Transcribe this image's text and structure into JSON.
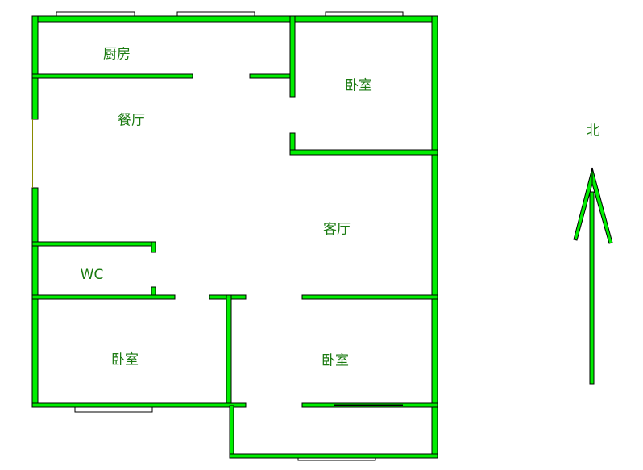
{
  "colors": {
    "wall": "#00ee00",
    "label": "#1a7a10"
  },
  "rooms": {
    "kitchen": "厨房",
    "dining": "餐厅",
    "bedroom_ne": "卧室",
    "living": "客厅",
    "wc": "WC",
    "bedroom_sw": "卧室",
    "bedroom_s": "卧室"
  },
  "compass": {
    "label": "北",
    "icon": "north-arrow-icon"
  }
}
